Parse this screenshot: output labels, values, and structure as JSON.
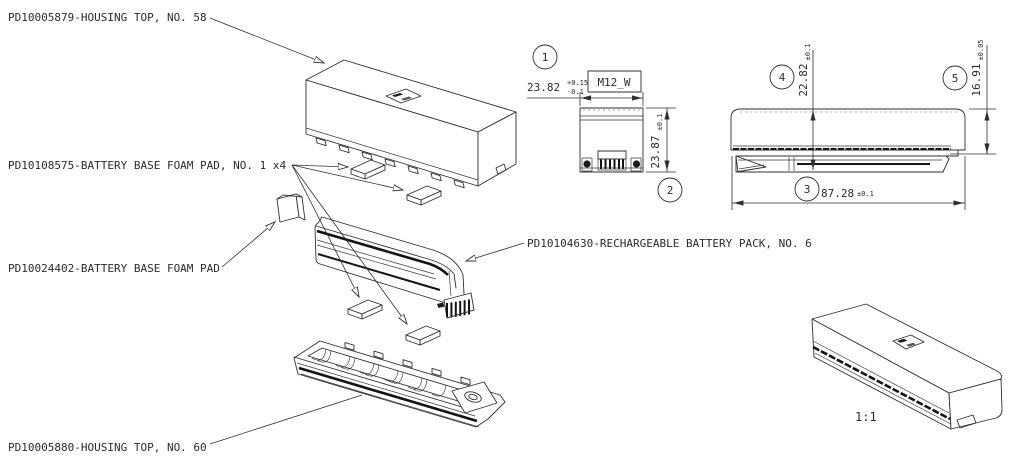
{
  "part_labels": {
    "housing_top_58": "PD10005879-HOUSING TOP, NO. 58",
    "foam_pad_x4": "PD10108575-BATTERY BASE FOAM PAD, NO. 1 x4",
    "foam_pad_single": "PD10024402-BATTERY BASE FOAM PAD",
    "battery_pack": "PD10104630-RECHARGEABLE BATTERY PACK, NO. 6",
    "housing_top_60": "PD10005880-HOUSING TOP, NO. 60"
  },
  "balloons": {
    "b1": "1",
    "b2": "2",
    "b3": "3",
    "b4": "4",
    "b5": "5"
  },
  "dims": {
    "width": {
      "value": "23.82",
      "tol_plus": "+0.15",
      "tol_minus": "-0.1"
    },
    "thread": {
      "label": "M12_W"
    },
    "front_height": {
      "value": "23.87",
      "tol": "±0.1"
    },
    "side_height": {
      "value": "22.82",
      "tol": "±0.1"
    },
    "step_height": {
      "value": "16.91",
      "tol": "±0.05"
    },
    "length": {
      "value": "87.28",
      "tol": "±0.1"
    }
  },
  "scale_label": "1:1",
  "colors": {
    "line": "#2f2f2f",
    "dark_band": "#141414",
    "background": "#ffffff"
  }
}
